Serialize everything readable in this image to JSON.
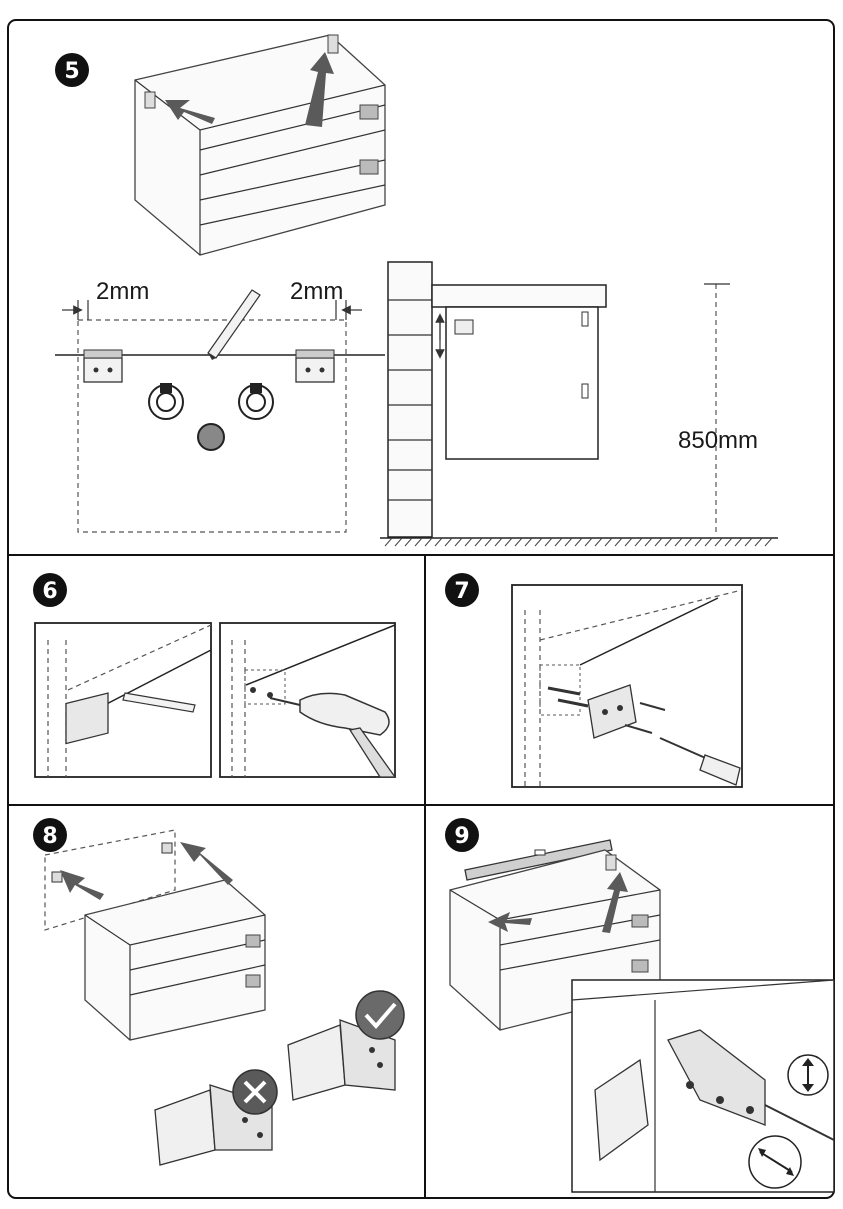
{
  "steps": [
    {
      "number": "5"
    },
    {
      "number": "6"
    },
    {
      "number": "7"
    },
    {
      "number": "8"
    },
    {
      "number": "9"
    }
  ],
  "step5": {
    "gap_left": "2mm",
    "gap_right": "2mm",
    "height_label": "850mm"
  },
  "colors": {
    "frame": "#111111",
    "arrow": "#5a5a5a",
    "ok_badge": "#6a6a6a",
    "no_badge": "#5a5a5a"
  },
  "icons": {
    "correct": "check-mark-icon",
    "wrong": "cross-mark-icon",
    "adjust_vertical": "vertical-adjust-icon",
    "adjust_horizontal": "horizontal-adjust-icon"
  }
}
